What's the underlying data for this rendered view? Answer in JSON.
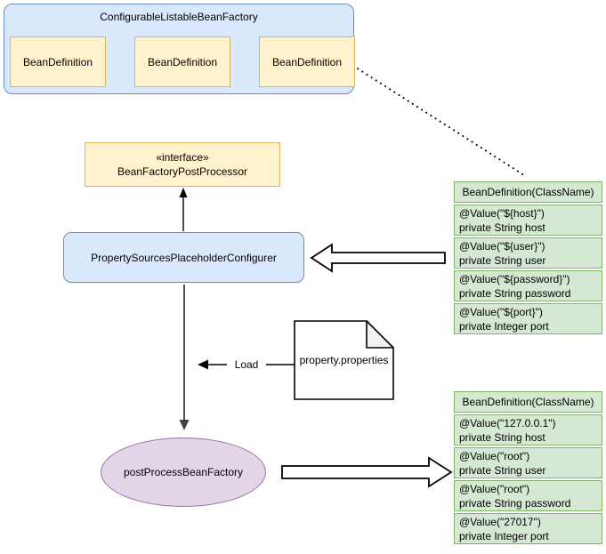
{
  "palette": {
    "blue_fill": "#dae8fc",
    "blue_stroke": "#6c8ebf",
    "yellow_fill": "#fff2cc",
    "yellow_stroke": "#d6b656",
    "green_fill": "#d5e8d4",
    "green_stroke": "#82b366",
    "purple_fill": "#e1d5e7",
    "purple_stroke": "#9673a6",
    "fold_fill": "#f2f2f2",
    "line_color": "#000000"
  },
  "factory": {
    "title": "ConfigurableListableBeanFactory",
    "beans": [
      "BeanDefinition",
      "BeanDefinition",
      "BeanDefinition"
    ]
  },
  "interface_node": {
    "stereotype": "«interface»",
    "name": "BeanFactoryPostProcessor"
  },
  "configurer_node": {
    "label": "PropertySourcesPlaceholderConfigurer"
  },
  "document_node": {
    "label": "property.properties"
  },
  "edges": {
    "load_label": "Load"
  },
  "method_node": {
    "label": "postProcessBeanFactory"
  },
  "placeholder_table": {
    "header": "BeanDefinition(ClassName)",
    "rows": [
      {
        "annotation": "@Value(\"${host}\")",
        "field": "private String host"
      },
      {
        "annotation": "@Value(\"${user}\")",
        "field": "private String user"
      },
      {
        "annotation": "@Value(\"${password}\")",
        "field": "private String password"
      },
      {
        "annotation": "@Value(\"${port}\")",
        "field": "private Integer port"
      }
    ]
  },
  "resolved_table": {
    "header": "BeanDefinition(ClassName)",
    "rows": [
      {
        "annotation": "@Value(\"127.0.0.1\")",
        "field": "private String host"
      },
      {
        "annotation": "@Value(\"root\")",
        "field": "private String user"
      },
      {
        "annotation": "@Value(\"root\")",
        "field": "private String password"
      },
      {
        "annotation": "@Value(\"27017\")",
        "field": "private Integer port"
      }
    ]
  }
}
